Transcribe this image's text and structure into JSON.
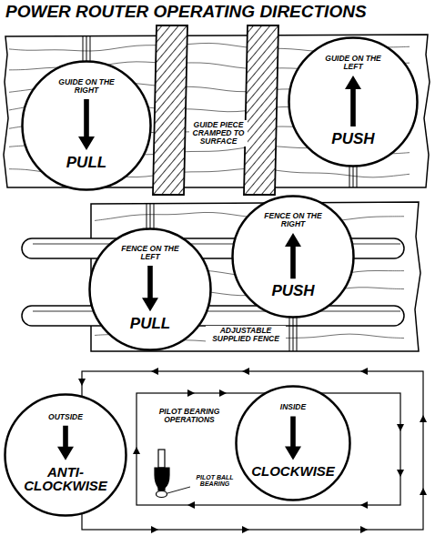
{
  "diagram": {
    "title": "POWER ROUTER OPERATING DIRECTIONS",
    "nodes": [
      {
        "text": [
          "GUIDE ON THE RIGHT",
          "PULL"
        ]
      },
      {
        "text": [
          "GUIDE ON THE LEFT",
          "PUSH"
        ]
      },
      {
        "text": [
          "FENCE ON THE LEFT",
          "PULL"
        ]
      },
      {
        "text": [
          "FENCE ON THE RIGHT",
          "PUSH"
        ]
      },
      {
        "text": [
          "OUTSIDE",
          "ANTI-CLOCKWISE"
        ]
      },
      {
        "text": [
          "INSIDE",
          "CLOCKWISE"
        ]
      }
    ],
    "labels": [
      "GUIDE PIECE CRAMPED TO SURFACE",
      "ADJUSTABLE SUPPLIED FENCE",
      "PILOT BEARING OPERATIONS",
      "PILOT BALL BEARING"
    ]
  }
}
